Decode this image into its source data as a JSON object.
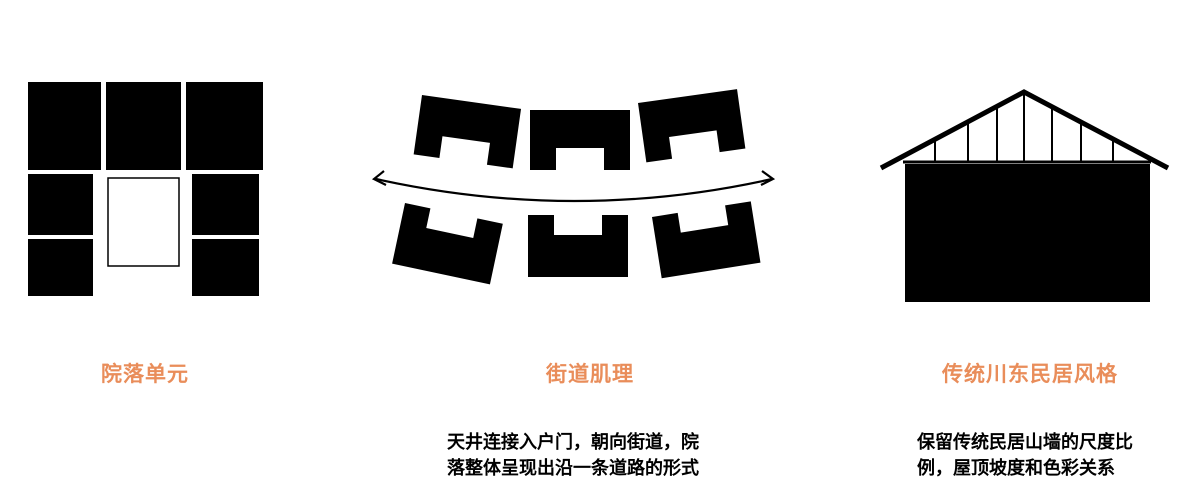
{
  "colors": {
    "accent": "#e98d5a",
    "ink": "#000000",
    "paper": "#ffffff"
  },
  "panels": [
    {
      "title": "院落单元",
      "icon": "courtyard-unit-plan-icon",
      "description_lines": []
    },
    {
      "title": "街道肌理",
      "icon": "street-texture-plan-icon",
      "description_lines": [
        "天井连接入户门，朝向街道，院",
        "落整体呈现出沿一条道路的形式"
      ]
    },
    {
      "title": "传统川东民居风格",
      "icon": "gable-house-elevation-icon",
      "description_lines": [
        "保留传统民居山墙的尺度比",
        "例，屋顶坡度和色彩关系"
      ]
    }
  ]
}
